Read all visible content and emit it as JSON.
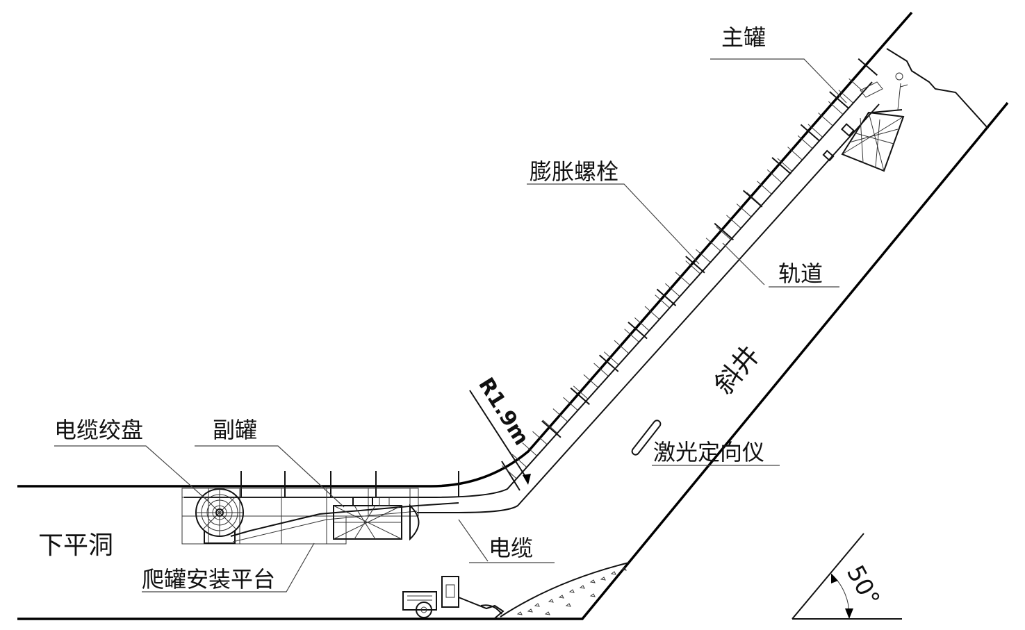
{
  "labels": {
    "main_tank": "主罐",
    "expansion_bolt": "膨胀螺栓",
    "rail": "轨道",
    "inclined_shaft": "斜井",
    "radius": "R1.9m",
    "cable_reel": "电缆绞盘",
    "auxiliary_tank": "副罐",
    "laser_guide": "激光定向仪",
    "lower_adit": "下平洞",
    "cable": "电缆",
    "platform": "爬罐安装平台",
    "angle": "50°"
  },
  "colors": {
    "line": "#000000",
    "background": "#ffffff"
  }
}
